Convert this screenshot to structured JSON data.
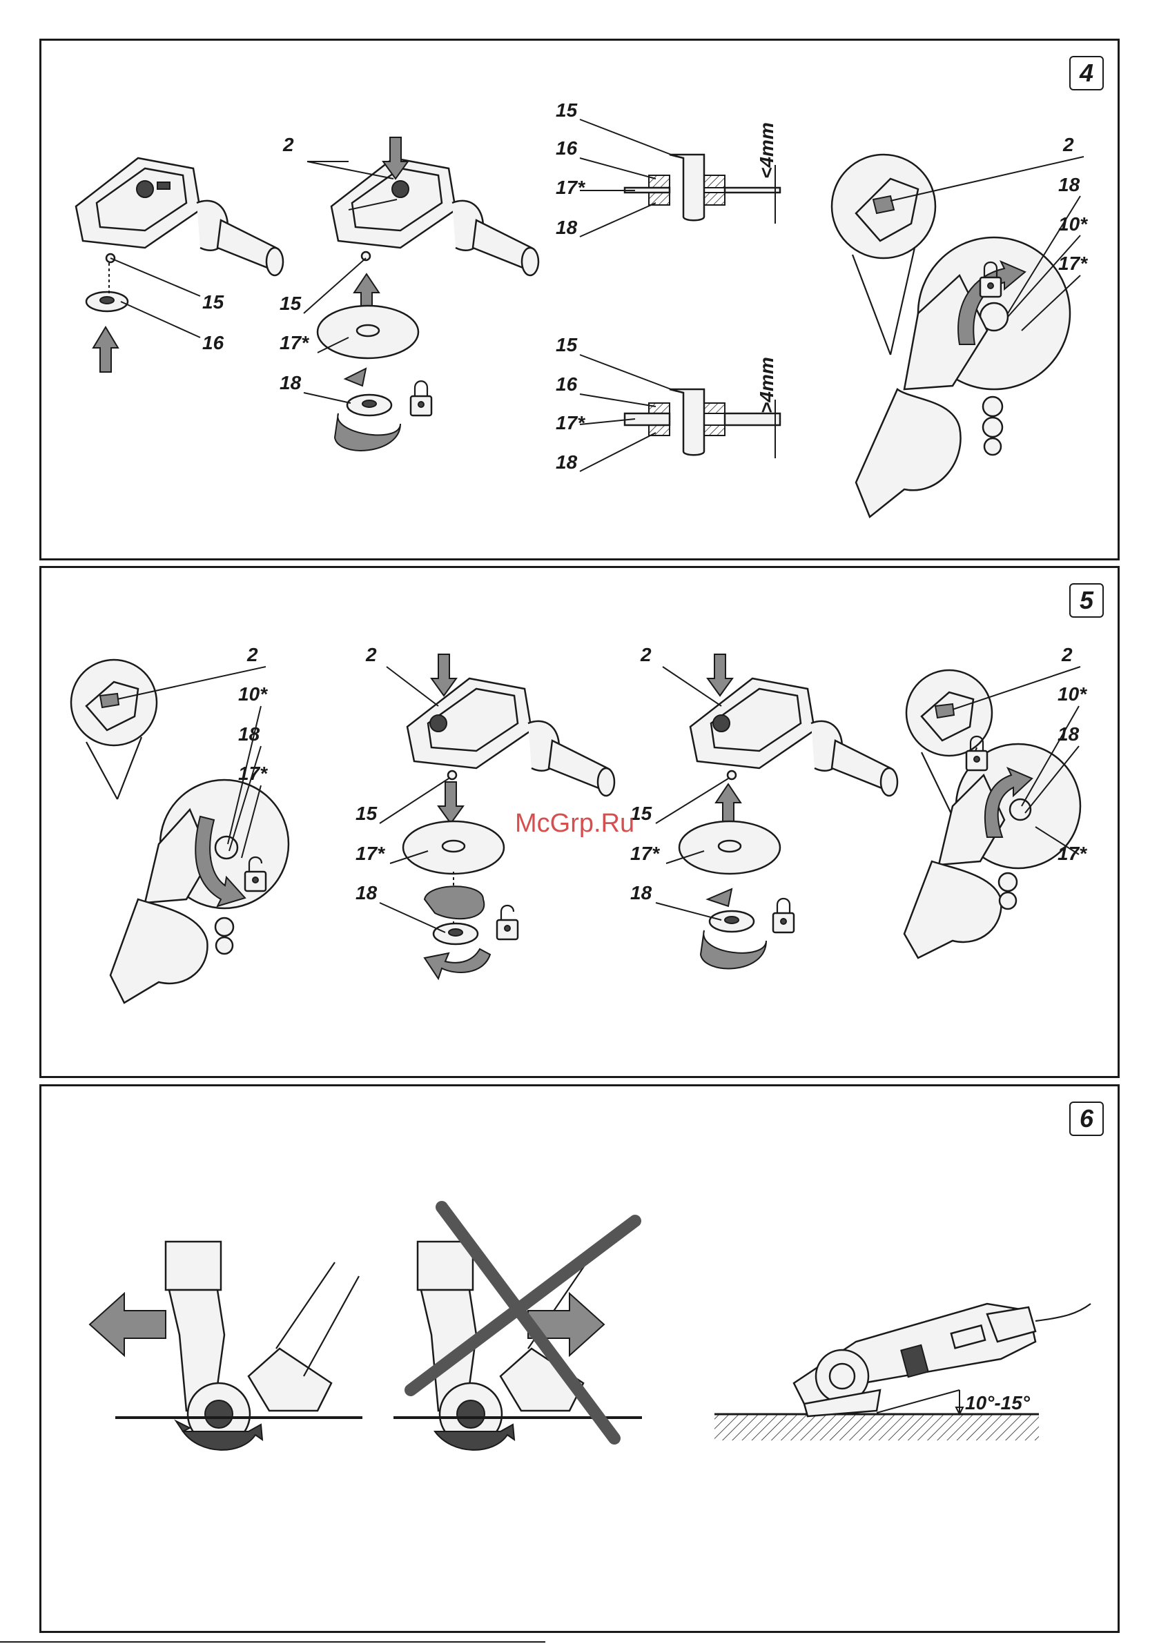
{
  "panels": [
    {
      "number": "4",
      "labels": {
        "a_15": "15",
        "a_16": "16",
        "b_2": "2",
        "b_15": "15",
        "b_17": "17*",
        "b_18": "18",
        "c_15": "15",
        "c_16": "16",
        "c_17": "17*",
        "c_18": "18",
        "c_dim": "<4mm",
        "d_15": "15",
        "d_16": "16",
        "d_17": "17*",
        "d_18": "18",
        "d_dim": ">4mm",
        "e_2": "2",
        "e_18": "18",
        "e_10": "10*",
        "e_17": "17*"
      }
    },
    {
      "number": "5",
      "labels": {
        "a_2": "2",
        "a_10": "10*",
        "a_18": "18",
        "a_17": "17*",
        "b_2": "2",
        "b_15": "15",
        "b_17": "17*",
        "b_18": "18",
        "c_2": "2",
        "c_15": "15",
        "c_17": "17*",
        "c_18": "18",
        "d_2": "2",
        "d_10": "10*",
        "d_18": "18",
        "d_17": "17*"
      }
    },
    {
      "number": "6",
      "labels": {
        "angle": "10°-15°"
      }
    }
  ],
  "watermark": "McGrp.Ru",
  "icons": [
    "lock-closed-icon",
    "lock-open-icon",
    "arrow-up-icon",
    "arrow-down-icon",
    "press-button-arrow-icon",
    "rotate-arrow-icon",
    "direction-arrow-left-icon",
    "direction-arrow-right-icon",
    "prohibited-cross-icon"
  ],
  "colors": {
    "line": "#1a1a1a",
    "arrow_fill": "#8a8a8a",
    "watermark": "#d23c3c"
  }
}
